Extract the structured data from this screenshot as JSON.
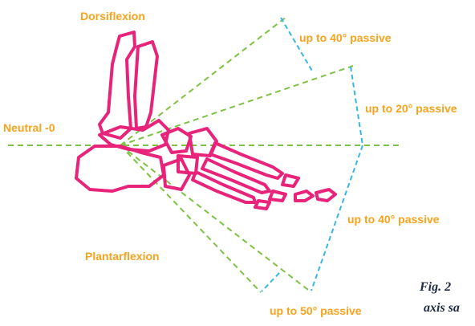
{
  "labels": {
    "dorsiflexion": "Dorsiflexion",
    "neutral": "Neutral -0",
    "plantarflexion": "Plantarflexion",
    "dorsi_40": "up to 40° passive",
    "dorsi_20": "up to 20° passive",
    "plantar_40": "up to 40° passive",
    "plantar_50": "up to 50° passive"
  },
  "caption": {
    "line1": "Fig. 2",
    "line2": "axis sa"
  },
  "colors": {
    "label": "#f7a31c",
    "bone": "#e8237a",
    "green_line": "#7dc242",
    "blue_line": "#37b6e6",
    "caption": "#1f2a44"
  },
  "angles_deg": {
    "dorsiflexion_passive_a": 40,
    "dorsiflexion_passive_b": 20,
    "plantarflexion_passive_a": 40,
    "plantarflexion_passive_b": 50
  }
}
